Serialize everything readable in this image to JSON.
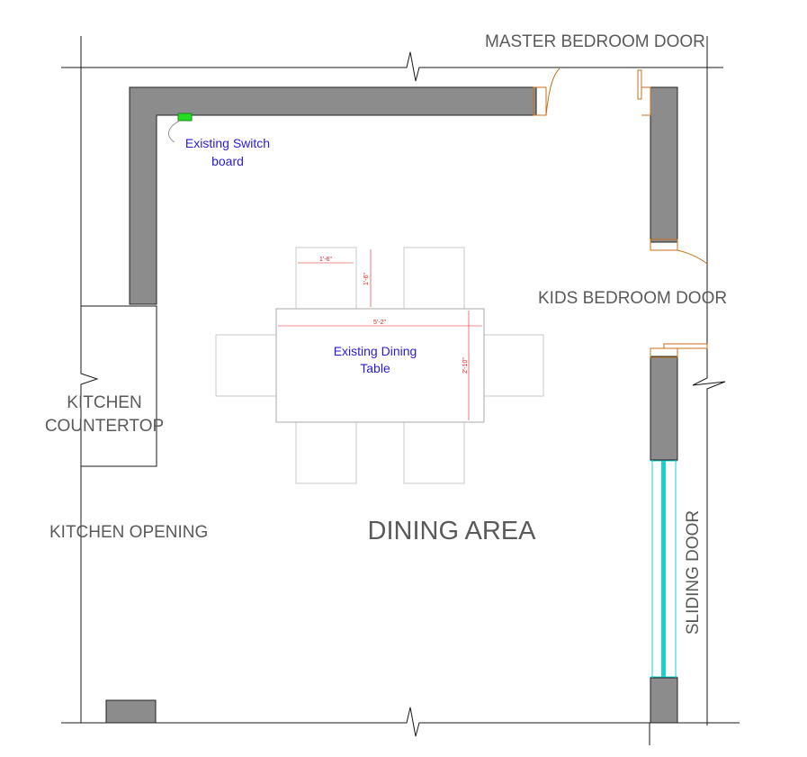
{
  "labels": {
    "master_bedroom_door": "MASTER BEDROOM DOOR",
    "kids_bedroom_door": "KIDS BEDROOM DOOR",
    "kitchen_countertop_line1": "KITCHEN",
    "kitchen_countertop_line2": "COUNTERTOP",
    "kitchen_opening": "KITCHEN OPENING",
    "dining_area": "DINING AREA",
    "sliding_door": "SLIDING DOOR",
    "switch_board_line1": "Existing Switch",
    "switch_board_line2": "board",
    "dining_table_line1": "Existing Dining",
    "dining_table_line2": "Table"
  },
  "dimensions": {
    "chair_width": "1'-6\"",
    "chair_depth": "1'-6\"",
    "table_length": "5'-2\"",
    "table_width": "2'-10\""
  },
  "colors": {
    "wall_fill": "#8c8c8c",
    "door_swing": "#c8701a",
    "sliding_glass": "#19d3d3",
    "switch_board": "#22dd22",
    "annotation_blue": "#2a1bd6",
    "dimension_red": "#e02020"
  }
}
